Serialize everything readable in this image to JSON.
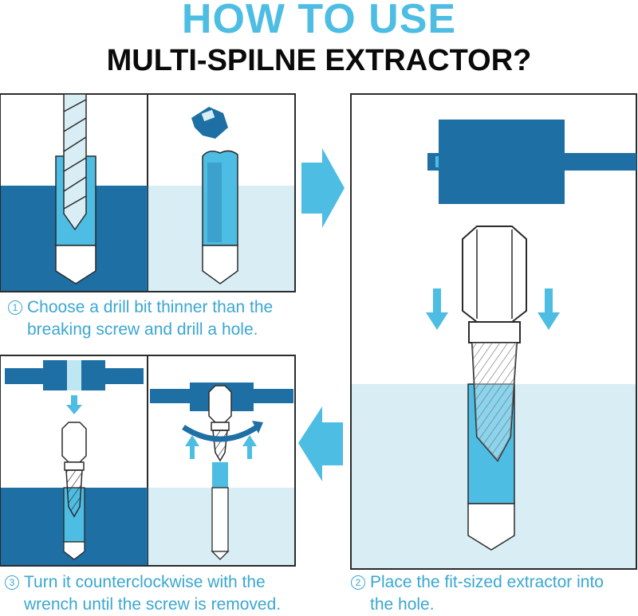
{
  "title": {
    "line1": "HOW TO USE",
    "line2": "MULTI-SPILNE EXTRACTOR?"
  },
  "steps": [
    {
      "num": "1",
      "line1": "Choose a drill bit thinner than the",
      "line2": "breaking screw and drill a hole."
    },
    {
      "num": "2",
      "line1": "Place the fit-sized extractor into",
      "line2": "the hole."
    },
    {
      "num": "3",
      "line1": "Turn it counterclockwise with the",
      "line2": "wrench until the screw is removed."
    }
  ],
  "colors": {
    "dark": "#1d6fa4",
    "light": "#d8eef4",
    "accent": "#4dbde3",
    "outline": "#2b2b2b"
  },
  "icons": [
    "drill-bit-icon",
    "broken-screw-icon",
    "wrench-handle-icon",
    "extractor-icon",
    "down-arrow-icon",
    "up-arrow-icon",
    "rotate-arrow-icon",
    "right-arrow-icon",
    "left-arrow-icon"
  ]
}
